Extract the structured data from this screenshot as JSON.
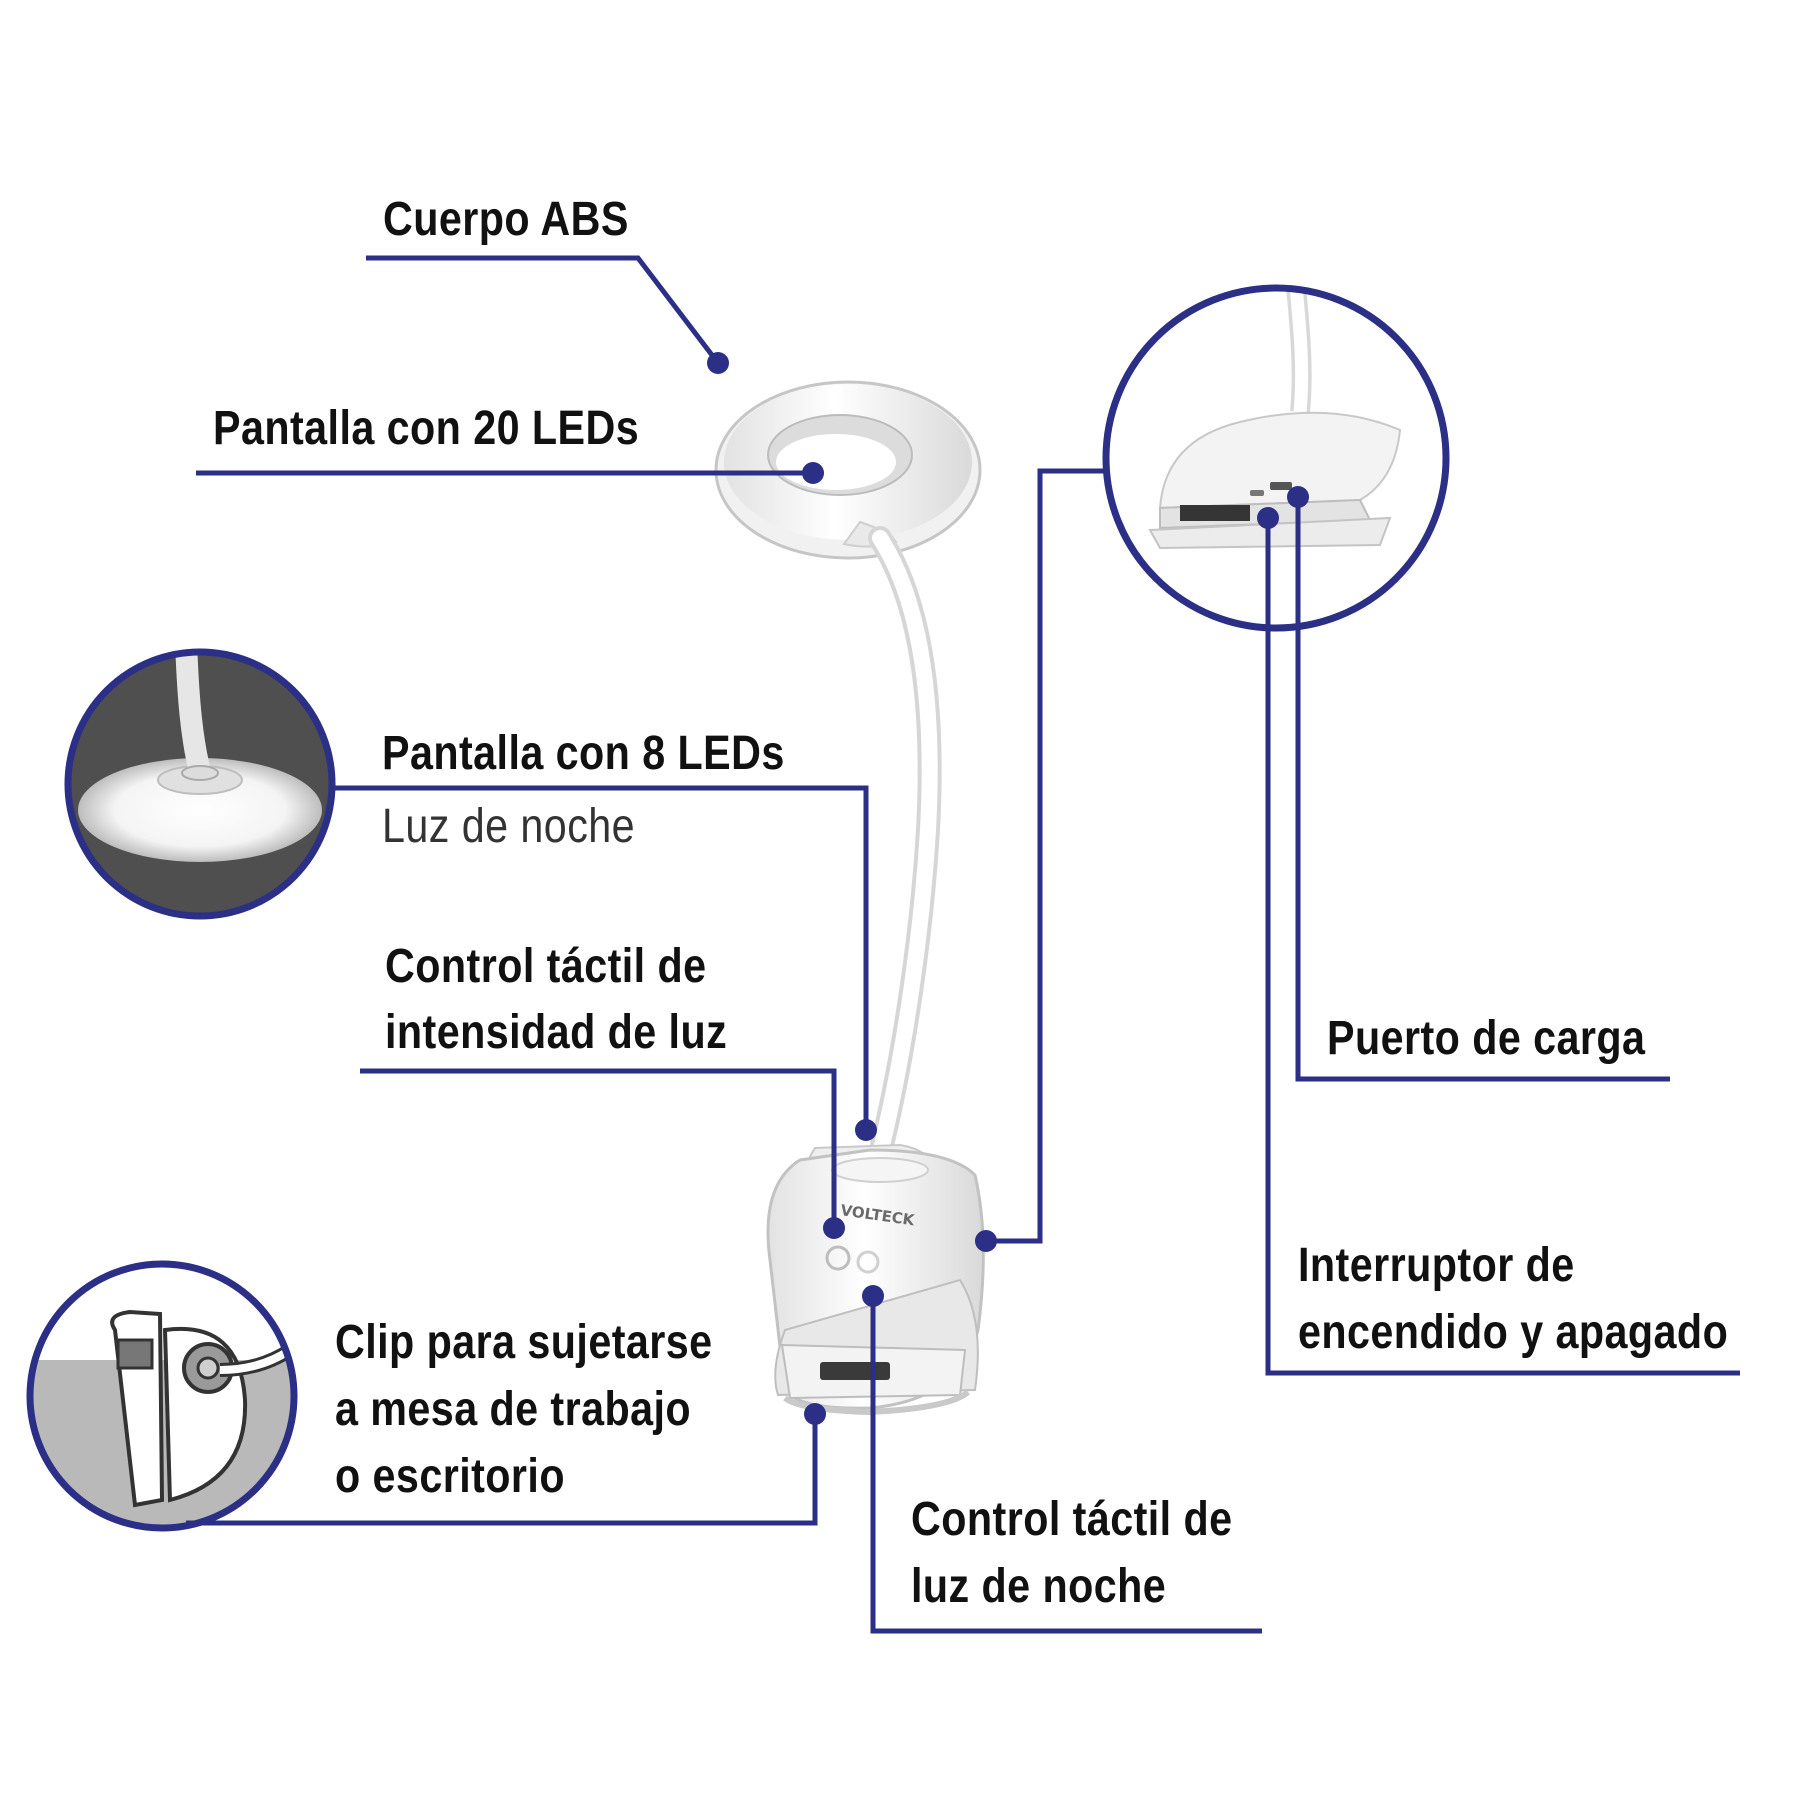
{
  "palette": {
    "accent": "#2b2f86",
    "lamp_white": "#ffffff",
    "lamp_shade": "#c9c9c9",
    "inset_gray": "#b9b9b9",
    "inset_dark": "#4f4f4f"
  },
  "brand": "VOLTECK",
  "labels": {
    "cuerpo": "Cuerpo ABS",
    "pantalla20": "Pantalla con 20 LEDs",
    "pantalla8": "Pantalla con 8 LEDs",
    "luz_noche": "Luz de noche",
    "control_int_1": "Control táctil de",
    "control_int_2": "intensidad de luz",
    "clip_1": "Clip para sujetarse",
    "clip_2": "a mesa de trabajo",
    "clip_3": "o escritorio",
    "control_noche_1": "Control táctil de",
    "control_noche_2": "luz de noche",
    "puerto": "Puerto de carga",
    "interruptor_1": "Interruptor de",
    "interruptor_2": "encendido y apagado"
  }
}
